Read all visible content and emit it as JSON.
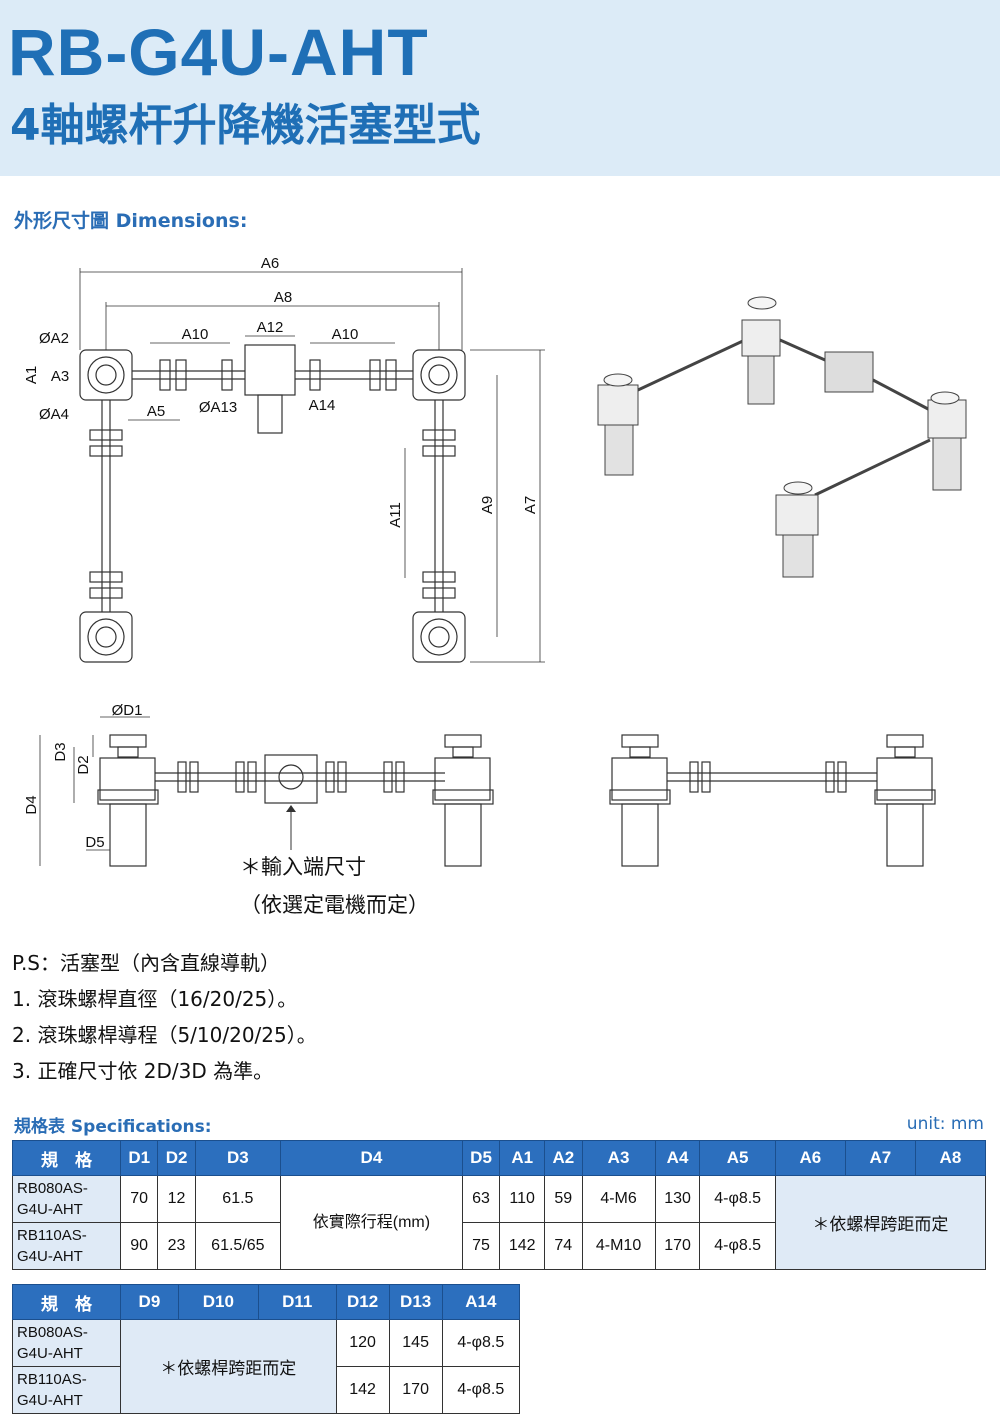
{
  "header": {
    "title": "RB-G4U-AHT",
    "subtitle": "4軸螺杆升降機活塞型式"
  },
  "dimensions": {
    "section_title": "外形尺寸圖 Dimensions:",
    "top_labels": {
      "A6": "A6",
      "A8": "A8",
      "A10a": "A10",
      "A12": "A12",
      "A10b": "A10",
      "A2": "ØA2",
      "A1": "A1",
      "A3": "A3",
      "A4": "ØA4",
      "A5": "A5",
      "A13": "ØA13",
      "A14": "A14",
      "A11": "A11",
      "A9": "A9",
      "A7": "A7"
    },
    "side_labels": {
      "D1": "ØD1",
      "D2": "D2",
      "D3": "D3",
      "D4": "D4",
      "D5": "D5"
    },
    "input_note_1": "＊輸入端尺寸",
    "input_note_2": "（依選定電機而定）"
  },
  "notes": [
    "P.S：活塞型（內含直線導軌）",
    "1. 滾珠螺桿直徑（16/20/25）。",
    "2. 滾珠螺桿導程（5/10/20/25）。",
    "3. 正確尺寸依 2D/3D 為準。"
  ],
  "spec": {
    "section_title": "規格表 Specifications:",
    "unit": "unit: mm",
    "table1": {
      "headers": [
        "規　格",
        "D1",
        "D2",
        "D3",
        "D4",
        "D5",
        "A1",
        "A2",
        "A3",
        "A4",
        "A5",
        "A6",
        "A7",
        "A8"
      ],
      "rows": [
        {
          "model": "RB080AS-G4U-AHT",
          "D1": "70",
          "D2": "12",
          "D3": "61.5",
          "D5": "63",
          "A1": "110",
          "A2": "59",
          "A3": "4-M6",
          "A4": "130",
          "A5": "4-φ8.5"
        },
        {
          "model": "RB110AS-G4U-AHT",
          "D1": "90",
          "D2": "23",
          "D3": "61.5/65",
          "D5": "75",
          "A1": "142",
          "A2": "74",
          "A3": "4-M10",
          "A4": "170",
          "A5": "4-φ8.5"
        }
      ],
      "d4_note": "依實際行程(mm)",
      "merged_note": "＊依螺桿跨距而定"
    },
    "table2": {
      "headers": [
        "規　格",
        "D9",
        "D10",
        "D11",
        "D12",
        "D13",
        "A14"
      ],
      "rows": [
        {
          "model": "RB080AS-G4U-AHT",
          "D12": "120",
          "D13": "145",
          "A14": "4-φ8.5"
        },
        {
          "model": "RB110AS-G4U-AHT",
          "D12": "142",
          "D13": "170",
          "A14": "4-φ8.5"
        }
      ],
      "merged_note": "＊依螺桿跨距而定"
    }
  }
}
